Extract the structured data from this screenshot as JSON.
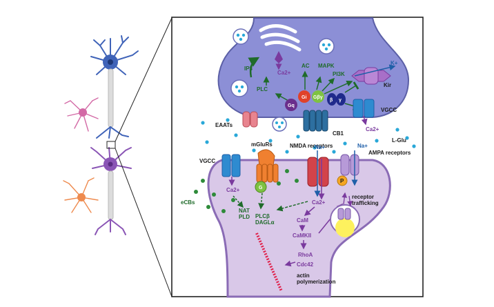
{
  "labels": {
    "ip3": "IP3",
    "ca_top": "Ca2+",
    "ac": "AC",
    "mapk": "MAPK",
    "pi3k": "PI3K",
    "k_plus": "K+",
    "kir": "Kir",
    "plc": "PLC",
    "gi": "Gi",
    "gbg": "Gβγ",
    "beta": "β",
    "gamma": "γ",
    "gq": "Gq",
    "vgcc_top": "VGCC",
    "ca_vgcc_top": "Ca2+",
    "eaats": "EAATs",
    "cb1": "CB1",
    "mglurs": "mGluRs",
    "nmda": "NMDA receptors",
    "na_nmda": "Na+",
    "na_ampa": "Na+",
    "l_glu": "L-Glu",
    "ampa": "AMPA receptors",
    "vgcc_post": "VGCC",
    "ca_post": "Ca2+",
    "g_post": "G",
    "p_badge": "P",
    "ecbs": "eCBs",
    "nat_pld": "NAT\nPLD",
    "plcb_dagla": "PLCβ\nDAGLα",
    "ca_nmda": "Ca2+",
    "receptor_trafficking": "receptor\ntrafficking",
    "cam": "CaM",
    "camkii": "CaMKII",
    "rhoa": "RhoA",
    "cdc42": "Cdc42",
    "actin": "actin\npolymerization"
  },
  "colors": {
    "presynaptic": "#8c8fd6",
    "postsynaptic": "#d9c8e8",
    "green_arrow": "#1f6b2a",
    "purple_arrow": "#7a3a9e",
    "glutamate": "#29a8d8",
    "ecb_dot": "#2e8b3a"
  },
  "icons": {
    "neuron_blue": "neuron-blue-icon",
    "neuron_pink": "neuron-pink-icon",
    "neuron_purple": "neuron-purple-icon",
    "neuron_orange": "neuron-orange-icon"
  }
}
